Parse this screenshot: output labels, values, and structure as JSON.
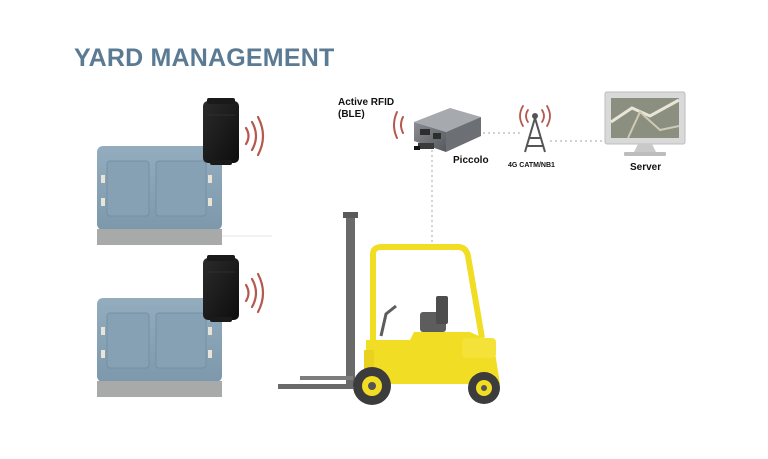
{
  "title": "YARD MANAGEMENT",
  "labels": {
    "active_rfid_line1": "Active RFID",
    "active_rfid_line2": "(BLE)",
    "gateway": "Piccolo",
    "network": "4G CATM/NB1",
    "server": "Server"
  },
  "colors": {
    "title": "#5b7a93",
    "signal_waves": "#b5584f",
    "container": "#8fa9bb",
    "forklift_body": "#f2dd25",
    "forklift_mast": "#6a6a6a",
    "dotted_line": "#b8b8b8"
  },
  "icons": [
    "rfid-tag-icon",
    "signal-wave-icon",
    "container-icon",
    "gateway-device-icon",
    "cell-tower-icon",
    "server-monitor-icon",
    "forklift-icon"
  ]
}
